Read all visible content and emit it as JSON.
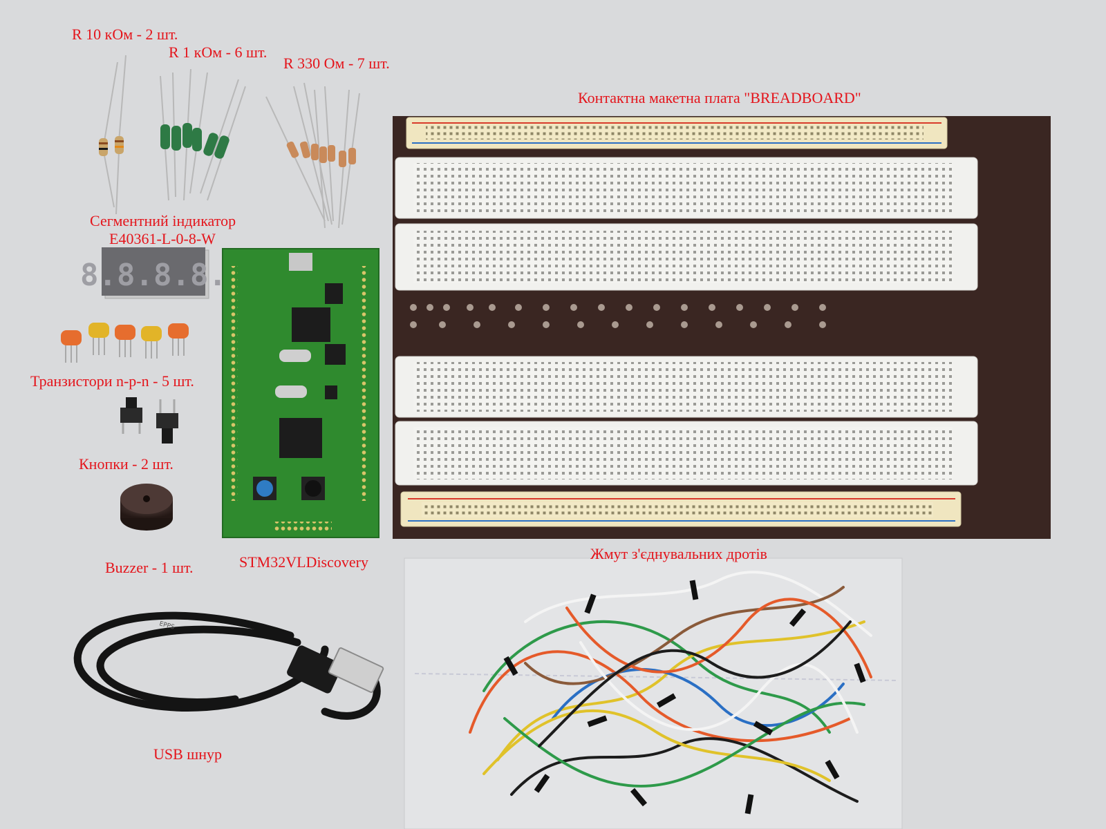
{
  "labels": {
    "r10k": "R 10 кОм - 2 шт.",
    "r1k": "R 1 кОм - 6 шт.",
    "r330": "R 330 Ом - 7 шт.",
    "breadboard": "Контактна макетна плата \"BREADBOARD\"",
    "segment_line1": "Сегментний індикатор",
    "segment_line2": "E40361-L-0-8-W",
    "transistors": "Транзистори n-p-n - 5 шт.",
    "buttons": "Кнопки - 2 шт.",
    "buzzer": "Buzzer - 1 шт.",
    "board": "STM32VLDiscovery",
    "wires": "Жмут з'єднувальних дротів",
    "usb": "USB шнур"
  },
  "colors": {
    "background": "#d9dadc",
    "label": "#e4141b",
    "pcb_green": "#2f8a2e",
    "breadboard_white": "#f1f1ee",
    "breadboard_base": "#3a2622",
    "rail_cream": "#f0e6c0"
  },
  "items": {
    "segment_digits": "8.8.8.8.",
    "usb_brand": "EPPS"
  }
}
